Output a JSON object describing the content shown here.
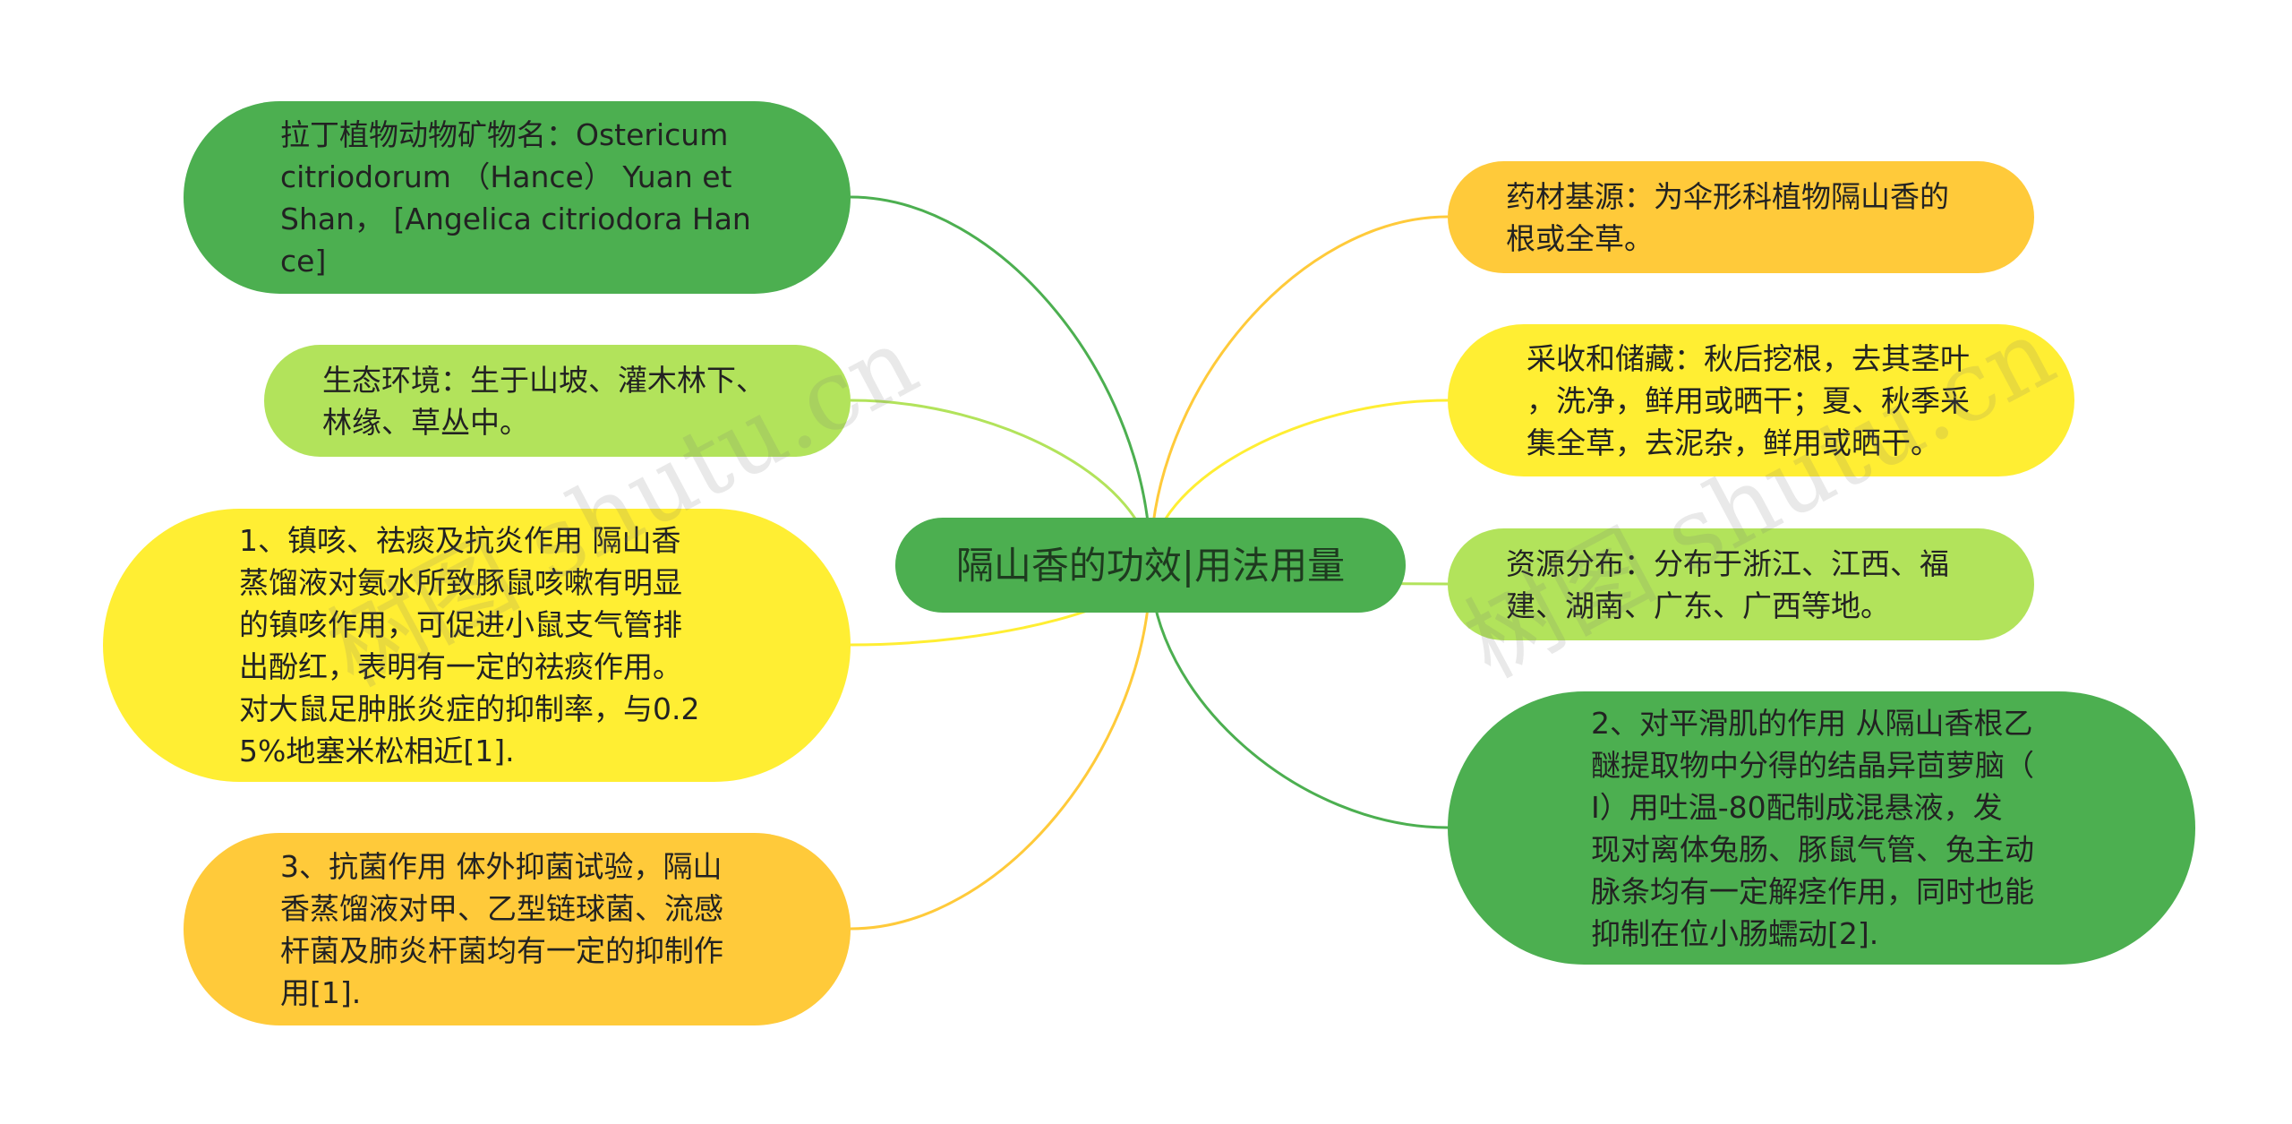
{
  "center": {
    "title": "隔山香的功效|用法用量",
    "color": "#4caf50"
  },
  "left_nodes": [
    {
      "key": "latin",
      "text": "拉丁植物动物矿物名：Ostericum\ncitriodorum （Hance） Yuan et\nShan， [Angelica citriodora Han\nce]",
      "color": "#4caf50",
      "link_color": "#4caf50"
    },
    {
      "key": "eco",
      "text": "生态环境：生于山坡、灌木林下、\n林缘、草丛中。",
      "color": "#b2e35b",
      "link_color": "#b2e35b"
    },
    {
      "key": "eff1",
      "text": "1、镇咳、祛痰及抗炎作用 隔山香\n蒸馏液对氨水所致豚鼠咳嗽有明显\n的镇咳作用，可促进小鼠支气管排\n出酚红，表明有一定的祛痰作用。\n对大鼠足肿胀炎症的抑制率，与0.2\n5%地塞米松相近[1].",
      "color": "#ffee33",
      "link_color": "#ffee33"
    },
    {
      "key": "eff3",
      "text": "3、抗菌作用 体外抑菌试验，隔山\n香蒸馏液对甲、乙型链球菌、流感\n杆菌及肺炎杆菌均有一定的抑制作\n用[1].",
      "color": "#ffca3a",
      "link_color": "#ffca3a"
    }
  ],
  "right_nodes": [
    {
      "key": "source",
      "text": "药材基源：为伞形科植物隔山香的\n根或全草。",
      "color": "#ffca3a",
      "link_color": "#ffca3a"
    },
    {
      "key": "harv",
      "text": "采收和储藏：秋后挖根，去其茎叶\n，洗净，鲜用或晒干；夏、秋季采\n集全草，去泥杂，鲜用或晒干。",
      "color": "#ffee33",
      "link_color": "#ffee33"
    },
    {
      "key": "dist",
      "text": "资源分布：分布于浙江、江西、福\n建、湖南、广东、广西等地。",
      "color": "#b2e35b",
      "link_color": "#b2e35b"
    },
    {
      "key": "eff2",
      "text": "2、对平滑肌的作用 从隔山香根乙\n醚提取物中分得的结晶异茴萝脑（\nⅠ）用吐温-80配制成混悬液，发\n现对离体兔肠、豚鼠气管、兔主动\n脉条均有一定解痉作用，同时也能\n抑制在位小肠蠕动[2].",
      "color": "#4caf50",
      "link_color": "#4caf50"
    }
  ],
  "watermarks": [
    "树图 shutu.cn",
    "树图 shutu.cn"
  ]
}
